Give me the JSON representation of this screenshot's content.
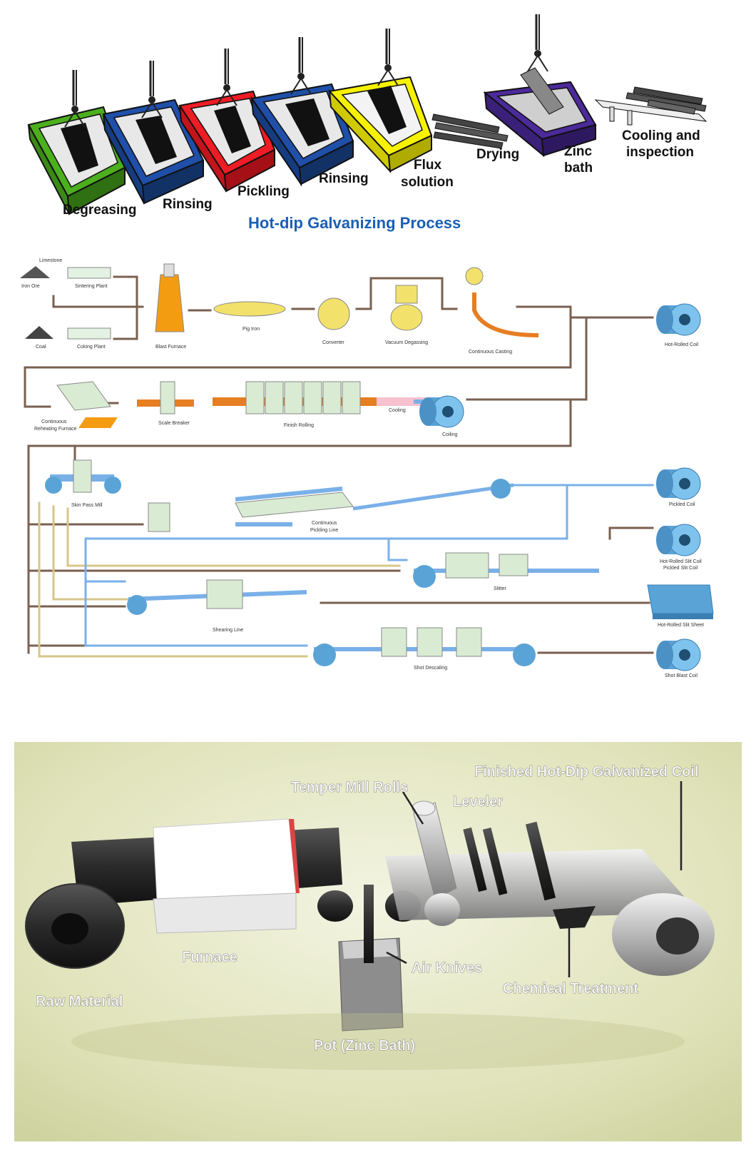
{
  "galvanizing": {
    "title": "Hot-dip Galvanizing Process",
    "steps": [
      {
        "label": "Degreasing",
        "color": "#4caf1e"
      },
      {
        "label": "Rinsing",
        "color": "#1f4fa8"
      },
      {
        "label": "Pickling",
        "color": "#ee1c24"
      },
      {
        "label": "Rinsing",
        "color": "#1f4fa8"
      },
      {
        "label": "Flux",
        "label2": "solution",
        "color": "#f7f200"
      },
      {
        "label": "Drying"
      },
      {
        "label": "Zinc",
        "label2": "bath",
        "color": "#4b2a9a"
      },
      {
        "label": "Cooling and",
        "label2": "inspection"
      }
    ]
  },
  "steel_flow": {
    "nodes": {
      "limestone": "Limestone",
      "iron_ore": "Iron Ore",
      "sintering": "Sintering Plant",
      "coal": "Coal",
      "coking": "Coking Plant",
      "blast_furnace": "Blast Furnace",
      "pig_iron": "Pig Iron",
      "converter": "Converter",
      "vacuum_degassing": "Vacuum Degassing",
      "continuous_casting": "Continuous Casting",
      "hot_rolled_coil": "Hot-Rolled Coil",
      "reheating": "Continuous",
      "reheating2": "Reheating Furnace",
      "scale_breaker": "Scale Breaker",
      "finish_rolling": "Finish Rolling",
      "cooling": "Cooling",
      "coiling": "Coiling",
      "skin_pass": "Skin Pass Mill",
      "pickling_line": "Continuous",
      "pickling_line2": "Pickling Line",
      "pickled_coil": "Pickled Coil",
      "slit_coil": "Hot-Rolled Slit Coil",
      "slit_coil2": "Pickled Slit Coil",
      "slitter": "Slitter",
      "shearing_line": "Shearing Line",
      "slit_sheet": "Hot-Rolled Slit Sheet",
      "shot_descaling": "Shot Descaling",
      "shot_blast_coil": "Shot Blast Coil"
    }
  },
  "line_3d": {
    "labels": {
      "finished": "Finished Hot-Dip Galvanized Coil",
      "temper": "Temper Mill Rolls",
      "leveler": "Leveler",
      "furnace": "Furnace",
      "air_knives": "Air Knives",
      "chemical": "Chemical Treatment",
      "raw": "Raw Material",
      "pot": "Pot (Zinc Bath)"
    }
  }
}
